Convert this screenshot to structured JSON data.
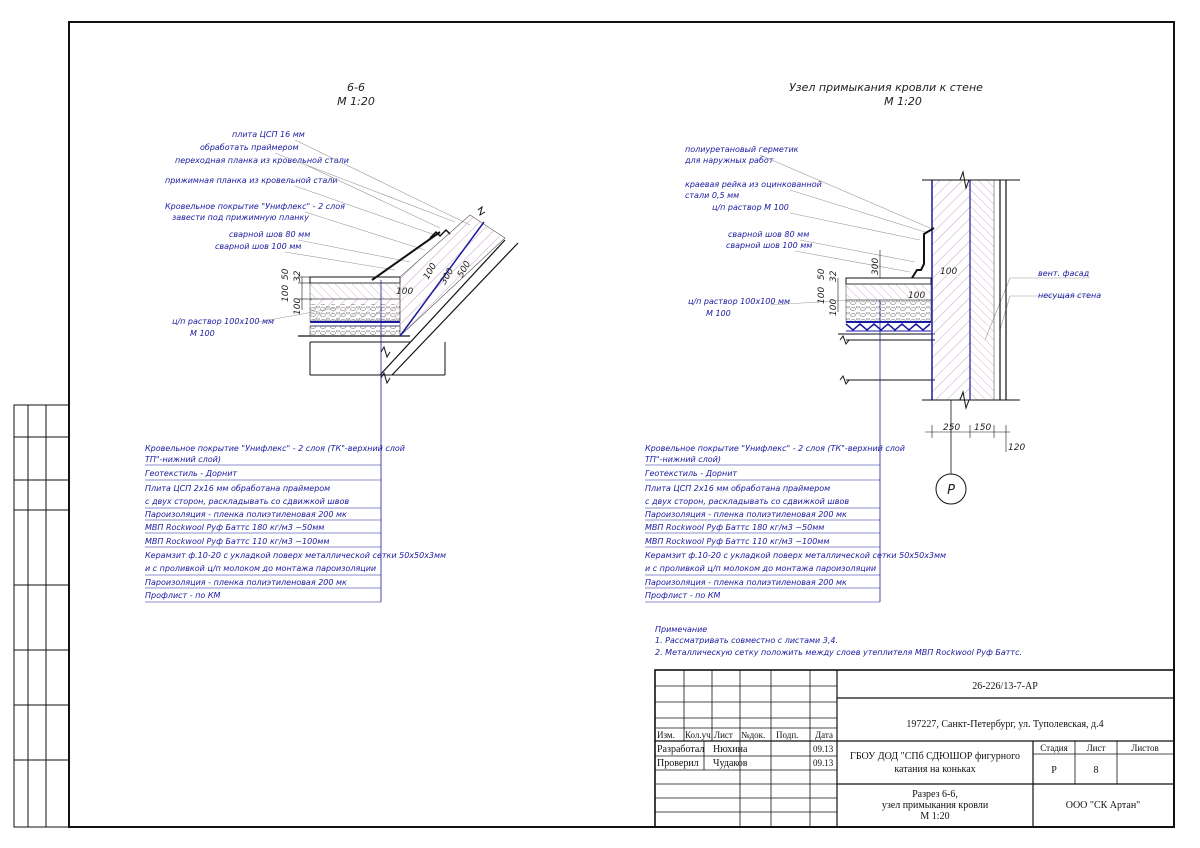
{
  "sheet": {
    "left_section": {
      "title": "6-6",
      "scale": "М 1:20"
    },
    "right_section": {
      "title": "Узел примыкания кровли к стене",
      "scale": "М 1:20"
    },
    "left_callouts": [
      "плита ЦСП 16 мм",
      "обработать праймером",
      "переходная планка из кровельной стали",
      "прижимная планка из кровельной стали",
      "Кровельное покрытие \"Унифлекс\" - 2 слоя",
      "завести под прижимную планку",
      "сварной шов 80 мм",
      "сварной шов 100 мм"
    ],
    "left_mortar": [
      "ц/п раствор 100х100 мм",
      "М 100"
    ],
    "right_callouts": [
      "полиуретановый герметик",
      "для наружных работ",
      "краевая рейка из оцинкованной",
      "стали 0,5 мм",
      "ц/п раствор М 100",
      "сварной шов 80 мм",
      "сварной шов 100 мм"
    ],
    "right_mortar": [
      "ц/п раствор 100х100 мм",
      "М 100"
    ],
    "right_wall_labels": [
      "вент. фасад",
      "несущая стена"
    ],
    "dims_left": {
      "d50": "50",
      "d32": "32",
      "d100a": "100",
      "d100b": "100",
      "d300": "300",
      "d500": "500",
      "d100c": "100"
    },
    "dims_right": {
      "d300": "300",
      "d50": "50",
      "d32": "32",
      "d100a": "100",
      "d100b": "100",
      "d100c": "100",
      "d250": "250",
      "d150": "150",
      "d120": "120"
    },
    "axis_marker": "Р",
    "layers": [
      "Кровельное покрытие \"Унифлекс\" - 2 слоя (ТК\"-верхний слой",
      "ТП\"-нижний слой)",
      "Геотекстиль - Дорнит",
      "Плита ЦСП 2х16 мм обработана праймером",
      "с двух сторон, раскладывать со сдвижкой швов",
      "Пароизоляция - пленка полиэтиленовая 200 мк",
      "МВП Rockwool Руф Баттс 180 кг/м3        ~50мм",
      "МВП Rockwool Руф Баттс 110 кг/м3        ~100мм",
      "Керамзит ф.10-20 с укладкой поверх металлической сетки 50х50х3мм",
      "и с проливкой ц/п молоком до монтажа пароизоляции",
      "Пароизоляция - пленка полиэтиленовая 200 мк",
      "Профлист   -   по КМ"
    ],
    "notes": {
      "heading": "Примечание",
      "items": [
        "1. Рассматривать совместно с листами 3,4.",
        "2. Металлическую сетку положить между слоев утеплителя МВП Rockwool Руф Баттс."
      ]
    }
  },
  "stamp": {
    "code": "26-226/13-7-АР",
    "address": "197227, Санкт-Петербург, ул. Туполевская, д.4",
    "headers": [
      "Изм.",
      "Кол.уч.",
      "Лист",
      "№док.",
      "Подп.",
      "Дата"
    ],
    "row1": {
      "role": "Разработал",
      "name": "Нюхина",
      "date": "09.13"
    },
    "row2": {
      "role": "Проверил",
      "name": "Чудаков",
      "date": "09.13"
    },
    "object_line1": "ГБОУ ДОД \"СПб СДЮШОР фигурного",
    "object_line2": "катания на коньках",
    "stage_label": "Стадия",
    "sheet_label": "Лист",
    "sheets_label": "Листов",
    "stage_value": "Р",
    "sheet_value": "8",
    "sheets_value": "",
    "drawing_line1": "Разрез 6-6,",
    "drawing_line2": "узел примыкания кровли",
    "drawing_line3": "М 1:20",
    "company": "ООО \"СК Артан\""
  }
}
